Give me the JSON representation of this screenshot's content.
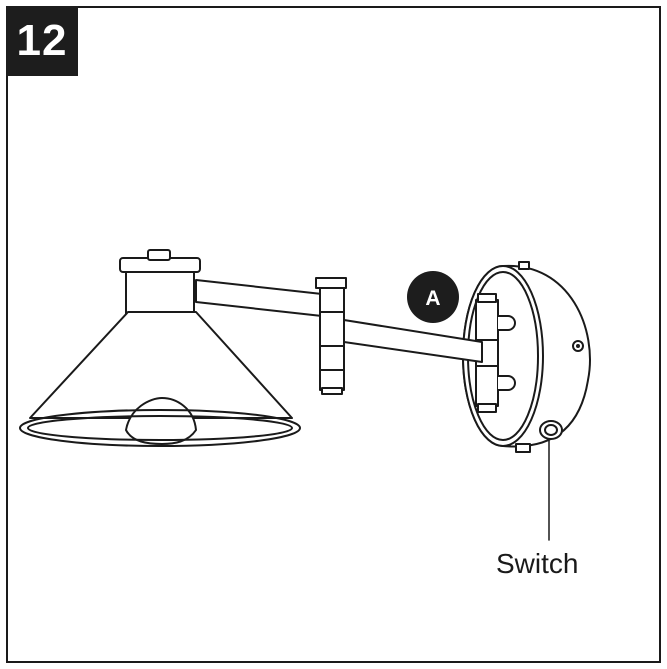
{
  "step": {
    "number": "12"
  },
  "callouts": {
    "part_a": "A"
  },
  "labels": {
    "switch": "Switch"
  },
  "icons": {
    "lamp": "swing-arm-wall-lamp-illustration"
  },
  "colors": {
    "ink": "#1a1a1a",
    "badge_bg": "#1d1d1d",
    "badge_text": "#ffffff",
    "background": "#ffffff"
  }
}
